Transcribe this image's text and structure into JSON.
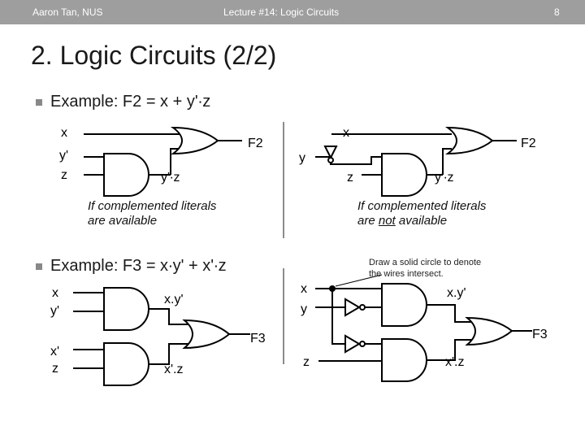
{
  "header": {
    "author": "Aaron Tan, NUS",
    "lecture": "Lecture #14: Logic Circuits",
    "page": "8"
  },
  "slide_title": "2. Logic Circuits (2/2)",
  "example1": {
    "bullet": "Example: F2 = x + y'∙z",
    "left": {
      "x": "x",
      "y": "y'",
      "z": "z",
      "and_out": "y'∙z",
      "out": "F2",
      "note_line1": "If complemented literals",
      "note_line2": "are available"
    },
    "right": {
      "x": "x",
      "y": "y",
      "z": "z",
      "and_out": "y'∙z",
      "out": "F2",
      "note_line1": "If complemented literals",
      "note_line2_pre": "are ",
      "note_line2_ul": "not",
      "note_line2_post": " available"
    }
  },
  "example2": {
    "bullet": "Example: F3 = x∙y' + x'∙z",
    "left": {
      "x": "x",
      "y": "y'",
      "xp": "x'",
      "z": "z",
      "and1_out": "x.y'",
      "and2_out": "x'.z",
      "out": "F3"
    },
    "right": {
      "x": "x",
      "y": "y",
      "z": "z",
      "and1_out": "x.y'",
      "and2_out": "x'.z",
      "out": "F3",
      "note_line1": "Draw a solid circle to denote",
      "note_line2": "the wires intersect."
    }
  }
}
